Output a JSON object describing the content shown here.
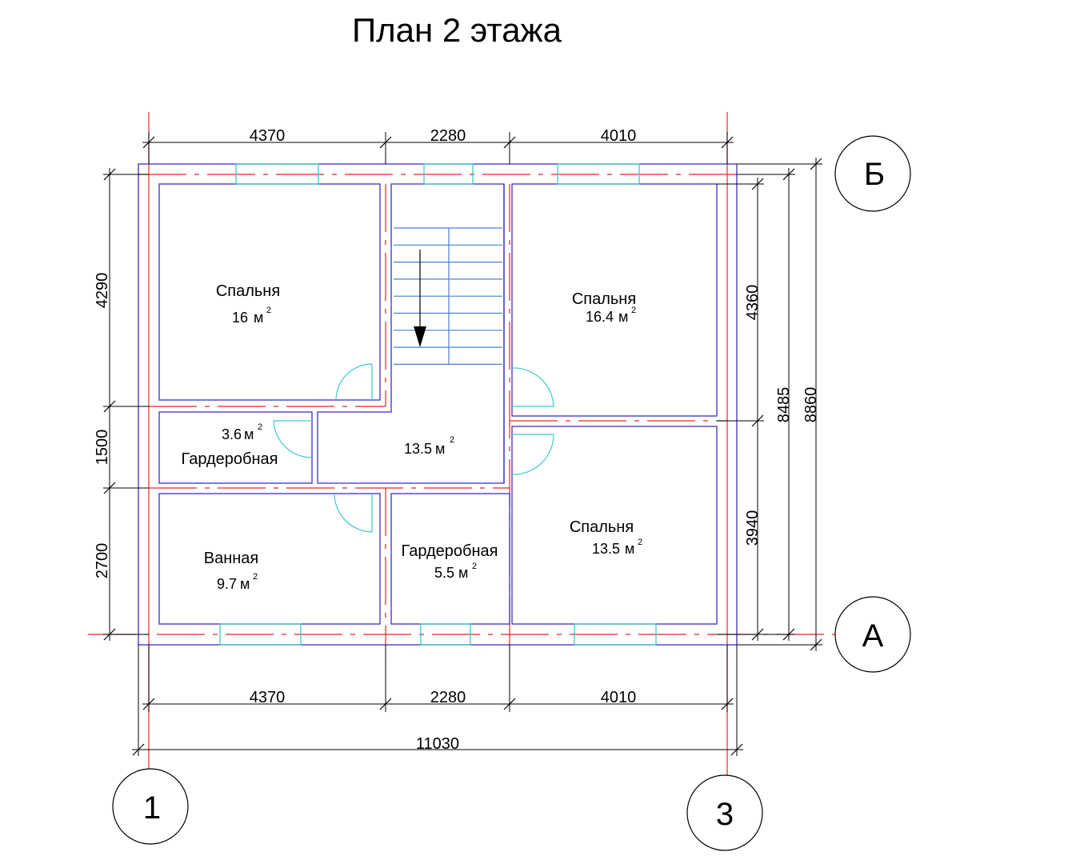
{
  "title": "План 2 этажа",
  "area_unit": "м",
  "area_sup": "2",
  "rooms": [
    {
      "name": "Спальня",
      "area": "16"
    },
    {
      "name": "Спальня",
      "area": "16.4"
    },
    {
      "name": "Гардеробная",
      "area": "3.6"
    },
    {
      "name": "",
      "area": "13.5"
    },
    {
      "name": "Спальня",
      "area": "13.5"
    },
    {
      "name": "Ванная",
      "area": "9.7"
    },
    {
      "name": "Гардеробная",
      "area": "5.5"
    }
  ],
  "dimensions": {
    "top": [
      "4370",
      "2280",
      "4010"
    ],
    "bottom": [
      "4370",
      "2280",
      "4010"
    ],
    "overall_width": "11030",
    "left": [
      "4290",
      "1500",
      "2700"
    ],
    "right": [
      "4360",
      "3940"
    ],
    "right_total_inner": "8485",
    "right_total_outer": "8860"
  },
  "axes": {
    "top_row": "Б",
    "bottom_row": "А",
    "left_col": "1",
    "right_col": "3"
  },
  "colors": {
    "wall": "#3a2fc0",
    "axis": "#e8262a",
    "window": "#3fc8c8",
    "dim": "#000000",
    "stair": "#4a7fd0"
  }
}
